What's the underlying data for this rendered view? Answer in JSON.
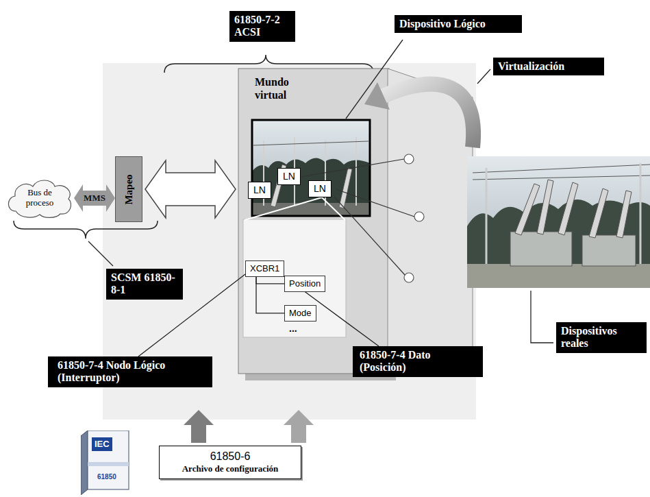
{
  "diagram": {
    "nodes": [
      {
        "text": [
          "61850-7-2 ACSI"
        ]
      },
      {
        "text": [
          "Dispositivo Lógico"
        ]
      },
      {
        "text": [
          "Virtualización"
        ]
      },
      {
        "text": [
          "Mundo virtual"
        ]
      },
      {
        "text": [
          "LN"
        ],
        "in": 3
      },
      {
        "text": [
          "LN"
        ],
        "in": 3
      },
      {
        "text": [
          "LN"
        ],
        "in": 3
      },
      {
        "text": [
          "XCBR1"
        ],
        "in": 3
      },
      {
        "text": [
          "Position"
        ],
        "in": 3
      },
      {
        "text": [
          "Mode"
        ],
        "in": 3
      },
      {
        "text": [
          "Bus de proceso"
        ]
      },
      {
        "text": [
          "Mapeo"
        ]
      },
      {
        "text": [
          "SCSM 61850-8-1"
        ]
      },
      {
        "text": [
          "Dispositivos reales"
        ]
      },
      {
        "text": [
          "61850-7-4 Nodo Lógico (Interruptor)"
        ]
      },
      {
        "text": [
          "61850-7-4 Dato (Posición)"
        ]
      },
      {
        "text": [
          "61850-6",
          "Archivo de configuración"
        ]
      },
      {
        "text": [
          "IEC",
          "61850"
        ]
      }
    ],
    "edges": [
      {
        "from": 7,
        "to": 8,
        "arrow": "none"
      },
      {
        "from": 7,
        "to": 9,
        "arrow": "none"
      },
      {
        "from": 14,
        "to": 7,
        "arrow": "none"
      },
      {
        "from": 15,
        "to": 8,
        "arrow": "none"
      },
      {
        "from": 10,
        "to": 11,
        "label": "MMS",
        "arrow": "both"
      },
      {
        "from": 11,
        "to": 3,
        "arrow": "both"
      }
    ],
    "labels": [
      "..."
    ]
  }
}
